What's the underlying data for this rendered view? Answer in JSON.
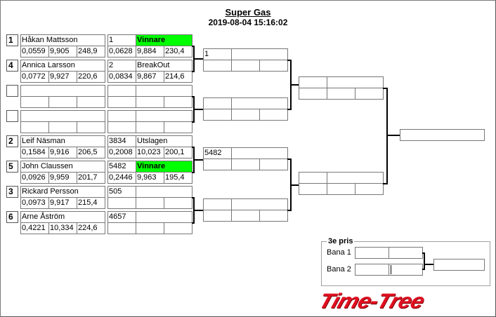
{
  "header": {
    "title": "Super Gas",
    "datetime": "2019-08-04 15:16:02"
  },
  "round1": [
    {
      "seed": "1",
      "name": "Håkan Mattsson",
      "stats": [
        "0,0559",
        "9,905",
        "248,9"
      ],
      "lane": "1",
      "result": "Vinnare",
      "winner": true,
      "run": [
        "0,0628",
        "9,884",
        "230,4"
      ]
    },
    {
      "seed": "4",
      "name": "Annica Larsson",
      "stats": [
        "0,0772",
        "9,927",
        "220,6"
      ],
      "lane": "2",
      "result": "BreakOut",
      "winner": false,
      "run": [
        "0,0834",
        "9,867",
        "214,6"
      ]
    },
    {
      "seed": "",
      "name": "",
      "stats": [
        "",
        "",
        ""
      ],
      "lane": "",
      "result": "",
      "winner": false,
      "run": [
        "",
        "",
        ""
      ]
    },
    {
      "seed": "",
      "name": "",
      "stats": [
        "",
        "",
        ""
      ],
      "lane": "",
      "result": "",
      "winner": false,
      "run": [
        "",
        "",
        ""
      ]
    },
    {
      "seed": "2",
      "name": "Leif Näsman",
      "stats": [
        "0,1584",
        "9,916",
        "206,5"
      ],
      "lane": "3834",
      "result": "Utslagen",
      "winner": false,
      "run": [
        "0,2008",
        "10,023",
        "200,1"
      ]
    },
    {
      "seed": "5",
      "name": "John Claussen",
      "stats": [
        "0,0926",
        "9,959",
        "201,7"
      ],
      "lane": "5482",
      "result": "Vinnare",
      "winner": true,
      "run": [
        "0,2446",
        "9,963",
        "195,4"
      ]
    },
    {
      "seed": "3",
      "name": "Rickard Persson",
      "stats": [
        "0,0973",
        "9,917",
        "215,4"
      ],
      "lane": "505",
      "result": "",
      "winner": false,
      "run": [
        "",
        "",
        ""
      ]
    },
    {
      "seed": "6",
      "name": "Arne Åström",
      "stats": [
        "0,4221",
        "10,334",
        "224,6"
      ],
      "lane": "4657",
      "result": "",
      "winner": false,
      "run": [
        "",
        "",
        ""
      ]
    }
  ],
  "round2": [
    {
      "id": "1",
      "name": "",
      "run": [
        "",
        "",
        ""
      ]
    },
    {
      "id": "",
      "name": "",
      "run": [
        "",
        "",
        ""
      ]
    },
    {
      "id": "5482",
      "name": "",
      "run": [
        "",
        "",
        ""
      ]
    },
    {
      "id": "",
      "name": "",
      "run": [
        "",
        "",
        ""
      ]
    }
  ],
  "round3": [
    {
      "id": "",
      "name": "",
      "run": [
        "",
        "",
        ""
      ]
    },
    {
      "id": "",
      "name": "",
      "run": [
        "",
        "",
        ""
      ]
    }
  ],
  "final": {
    "value": ""
  },
  "third_place": {
    "title": "3e pris",
    "lanes": [
      {
        "label": "Bana 1",
        "a": "",
        "b": ""
      },
      {
        "label": "Bana 2",
        "a": "",
        "b": ""
      }
    ],
    "result": ""
  },
  "logo": "Time-Tree",
  "colors": {
    "winner": "#00ff00",
    "logo": "#e01020"
  }
}
